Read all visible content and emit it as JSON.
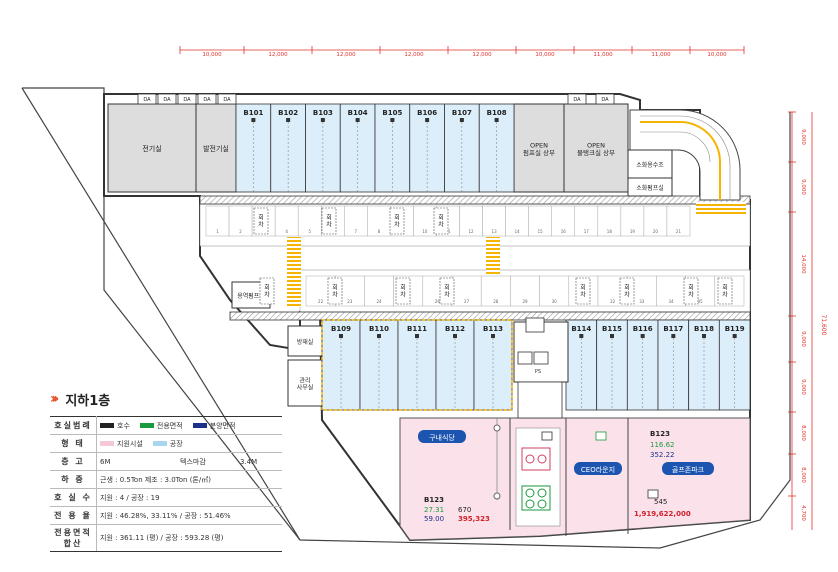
{
  "dims_top": [
    "10,000",
    "12,000",
    "12,000",
    "12,000",
    "12,000",
    "10,000",
    "11,000",
    "11,000",
    "10,000"
  ],
  "dims_right": [
    "9,000",
    "9,000",
    "14,000",
    "9,000",
    "9,000",
    "8,000",
    "8,000",
    "4,700"
  ],
  "dim_total_right": "71,600",
  "rooms": {
    "electrical": "전기실",
    "generator": "발전기실",
    "pump_open": "OPEN\n펌프실 상부",
    "tank_open": "OPEN\n물탱크실 상부",
    "fire_tank": "소화용수조",
    "fire_pump": "소화펌프실",
    "booster": "용역펌프실",
    "disaster": "방재실",
    "mgmt": "관리\n사무실",
    "cafeteria": "구내식당",
    "ceo": "CEO라운지",
    "golf": "골프존파크",
    "da": "DA",
    "return_label": "회\n차"
  },
  "units_top": [
    "B101",
    "B102",
    "B103",
    "B104",
    "B105",
    "B106",
    "B107",
    "B108"
  ],
  "units_left": [
    "B109",
    "B110",
    "B111",
    "B112",
    "B113"
  ],
  "units_right": [
    "B114",
    "B115",
    "B116",
    "B117",
    "B118",
    "B119"
  ],
  "parking_top": [
    "1",
    "2",
    "3",
    "4",
    "5",
    "6",
    "7",
    "8",
    "9",
    "10",
    "11",
    "12",
    "13",
    "14",
    "15",
    "16",
    "17",
    "18",
    "19",
    "20",
    "21"
  ],
  "parking_mid": [
    "22",
    "23",
    "24",
    "25",
    "26",
    "27",
    "28",
    "29",
    "30",
    "31",
    "32",
    "33",
    "34",
    "35",
    "36"
  ],
  "b123_small": {
    "label": "B123",
    "exclusive": "27.31",
    "sale": "59.00",
    "num": "670",
    "price": "395,323"
  },
  "b123_big": {
    "label": "B123",
    "exclusive": "116.62",
    "sale": "352.22",
    "num": "545",
    "price": "1,919,622,000"
  },
  "ps_label": "PS",
  "legend": {
    "floor_title": "지하1층",
    "rows": [
      {
        "label": "호실범례",
        "items": [
          {
            "color": "#222222",
            "text": "호수"
          },
          {
            "color": "#1a9a3c",
            "text": "전용면적"
          },
          {
            "color": "#1c2f8a",
            "text": "분양면적"
          }
        ]
      },
      {
        "label": "형  태",
        "items": [
          {
            "color": "#f4c8d6",
            "text": "지원시설"
          },
          {
            "color": "#a9d6ef",
            "text": "공장"
          }
        ]
      },
      {
        "label": "층  고",
        "values": [
          "6M",
          "텍스마감",
          "3.4M"
        ]
      },
      {
        "label": "하  중",
        "values": [
          "근생 : 0.5Ton  제조 : 3.0Ton (톤/㎡)"
        ]
      },
      {
        "label": "호 실 수",
        "values": [
          "지원 : 4 / 공장 : 19"
        ]
      },
      {
        "label": "전 용 율",
        "values": [
          "지원 : 46.28%, 33.11% / 공장 : 51.46%"
        ]
      },
      {
        "label": "전용면적\n합산",
        "values": [
          "지원 : 361.11 (평) / 공장 : 593.28 (평)"
        ]
      }
    ]
  }
}
